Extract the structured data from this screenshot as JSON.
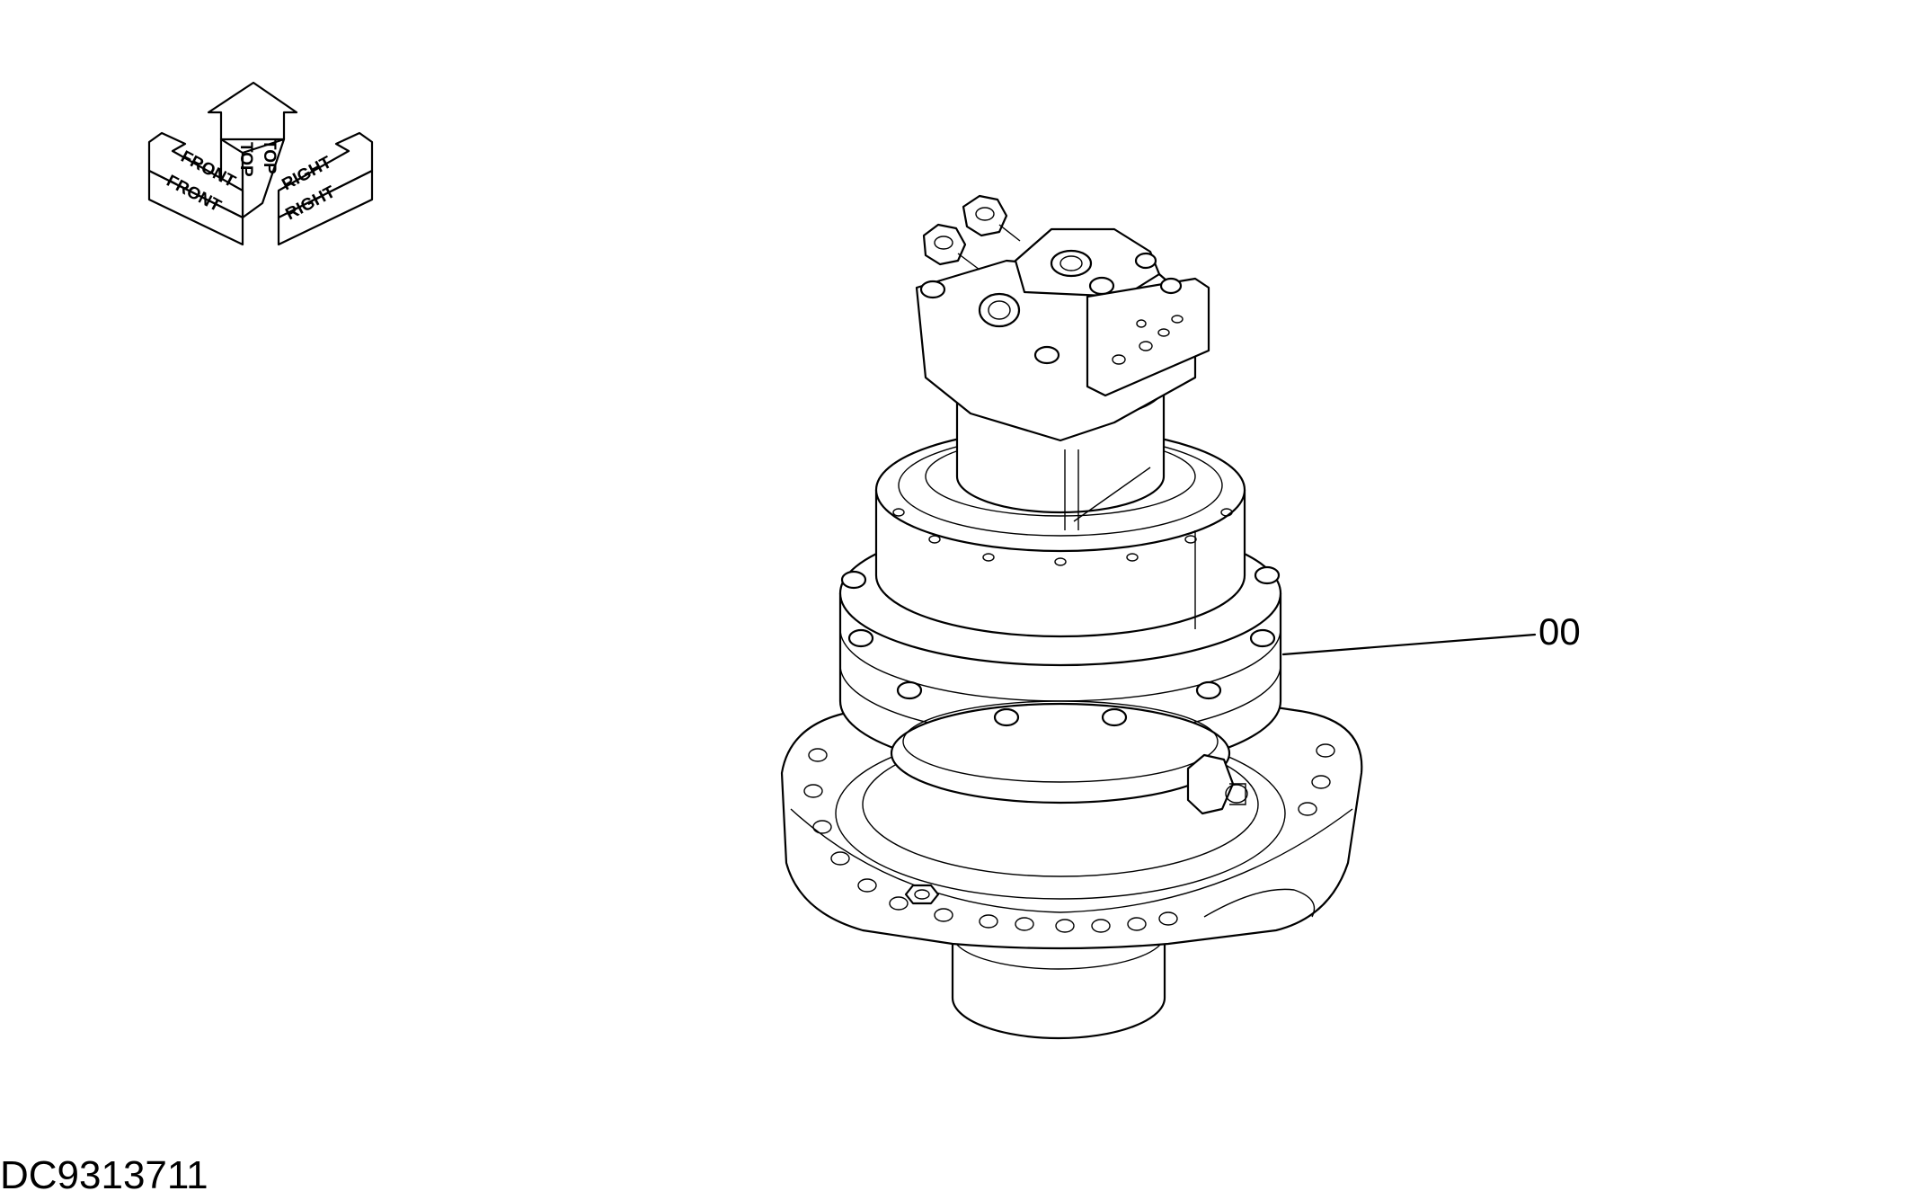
{
  "orientation": {
    "front_top": "FRONT",
    "front_side": "FRONT",
    "top_left": "TOP",
    "top_right": "TOP",
    "right_top": "RIGHT",
    "right_side": "RIGHT"
  },
  "callout": {
    "label": "00"
  },
  "drawing_number": "DC9313711",
  "colors": {
    "line": "#000000",
    "background": "#ffffff"
  }
}
